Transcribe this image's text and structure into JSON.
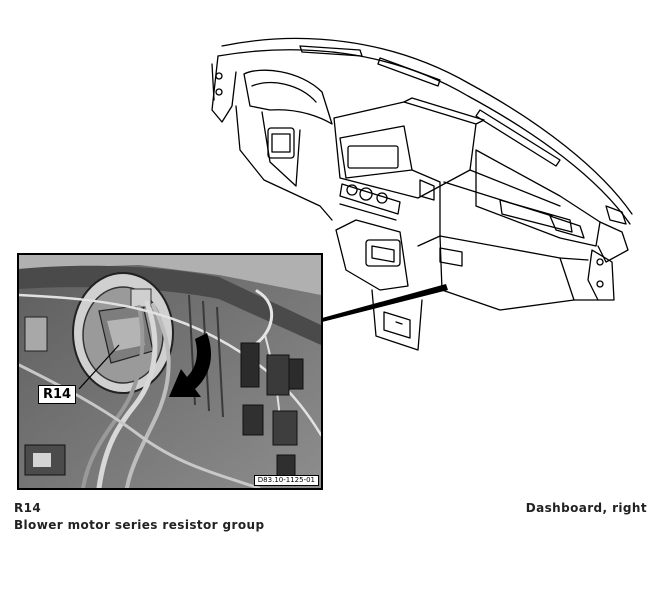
{
  "photo": {
    "callout_label": "R14",
    "reference_code": "D83.10-1125-01"
  },
  "caption": {
    "component_code": "R14",
    "component_description": "Blower motor series resistor group",
    "location": "Dashboard, right"
  },
  "colors": {
    "line_art": "#000000",
    "photo_background": "#7b7b7b",
    "caption_text": "#222222"
  }
}
